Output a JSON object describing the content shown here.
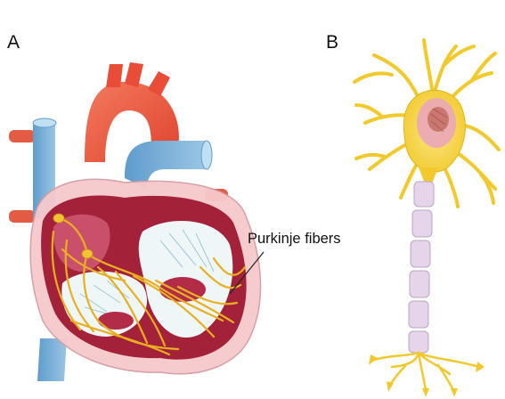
{
  "panels": {
    "a": {
      "label": "A"
    },
    "b": {
      "label": "B"
    }
  },
  "annotation": {
    "text": "Purkinje fibers"
  },
  "colors": {
    "aorta": "#ee5a43",
    "vena_cava": "#7fb3d8",
    "myocardium": "#9e1b32",
    "pericardium": "#f5c4c8",
    "valve": "#d8eef3",
    "conduction": "#e8b020",
    "neuron_body": "#f7d74b",
    "nucleus": "#e9a7b8",
    "myelin": "#e2d2e8"
  }
}
